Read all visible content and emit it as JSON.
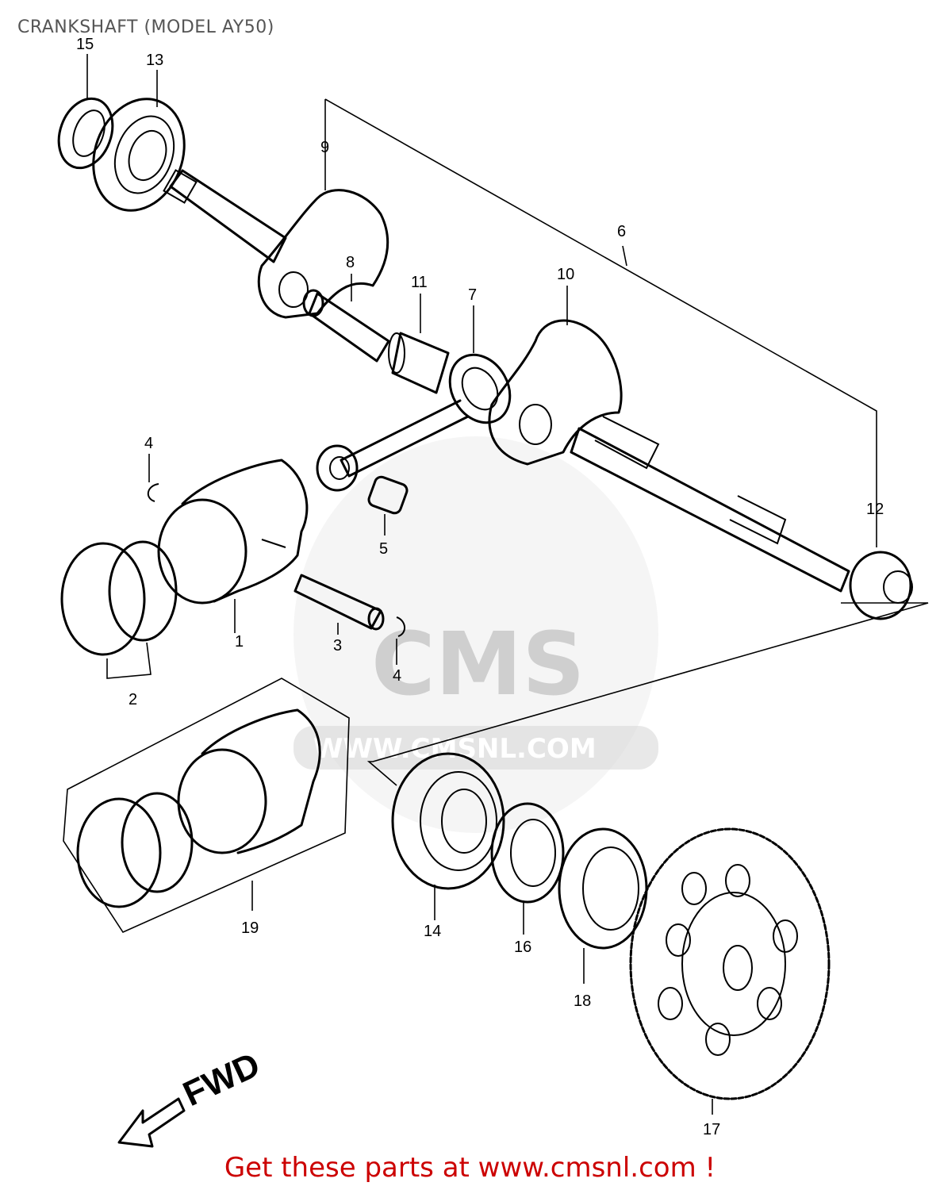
{
  "title": "CRANKSHAFT (MODEL AY50)",
  "footer": "Get these parts at www.cmsnl.com !",
  "watermark": {
    "brand": "CMS",
    "url": "WWW.CMSNL.COM"
  },
  "direction_label": "FWD",
  "part_numbers": {
    "p1": "1",
    "p2": "2",
    "p3": "3",
    "p4a": "4",
    "p4b": "4",
    "p5": "5",
    "p6": "6",
    "p7": "7",
    "p8": "8",
    "p9": "9",
    "p10": "10",
    "p11": "11",
    "p12": "12",
    "p13": "13",
    "p14": "14",
    "p15": "15",
    "p16": "16",
    "p17": "17",
    "p18": "18",
    "p19": "19"
  }
}
